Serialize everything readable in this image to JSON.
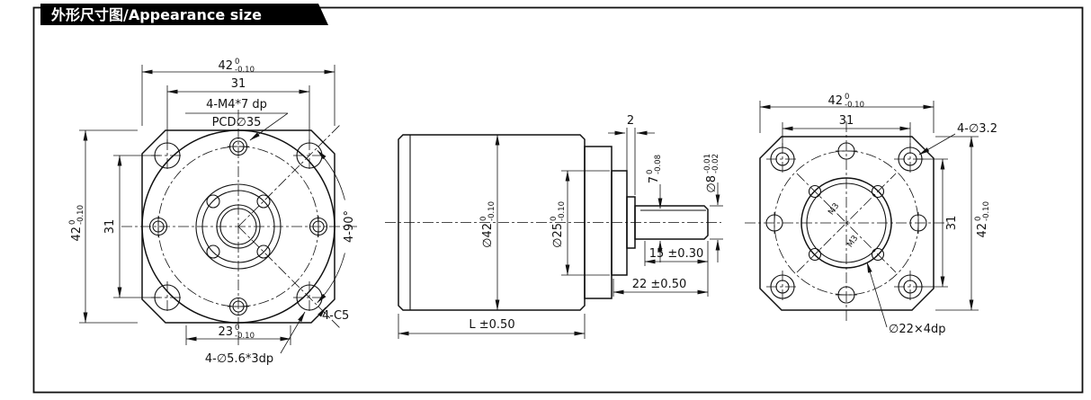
{
  "header": {
    "title": "外形尺寸图/Appearance size"
  },
  "colors": {
    "ink": "#111111",
    "title_bg": "#000000",
    "title_fg": "#ffffff",
    "paper": "#ffffff"
  },
  "front_view": {
    "dim_width": {
      "v": "42",
      "u": "0",
      "d": "-0.10"
    },
    "dim_hole_span_top": "31",
    "tap_holes": "4-M4*7 dp",
    "pcd": "PCD∅35",
    "dim_height": {
      "v": "42",
      "u": "0",
      "d": "-0.10"
    },
    "dim_hole_span_left": "31",
    "angle": "4-90°",
    "chamfer": "4-C5",
    "dim_boss": {
      "v": "23",
      "u": "0",
      "d": "-0.10"
    },
    "corner_holes": "4-∅5.6*3dp"
  },
  "side_view": {
    "dim_step": "2",
    "dim_flat": {
      "v": "7",
      "u": "0",
      "d": "-0.08"
    },
    "dim_shaft": {
      "v": "∅8",
      "u": "-0.01",
      "d": "-0.02"
    },
    "dim_body": {
      "v": "∅42",
      "u": "0",
      "d": "-0.10"
    },
    "dim_pilot": {
      "v": "∅25",
      "u": "0",
      "d": "-0.10"
    },
    "dim_shaft_len": "15 ±0.30",
    "dim_front_len": "22 ±0.50",
    "dim_total_len": "L ±0.50"
  },
  "rear_view": {
    "dim_width": {
      "v": "42",
      "u": "0",
      "d": "-0.10"
    },
    "dim_hole_span_top": "31",
    "corner_holes": "4-∅3.2",
    "dim_hole_span_right": "31",
    "dim_height": {
      "v": "42",
      "u": "0",
      "d": "-0.10"
    },
    "recess": "∅22×4dp",
    "thread": "M3"
  }
}
